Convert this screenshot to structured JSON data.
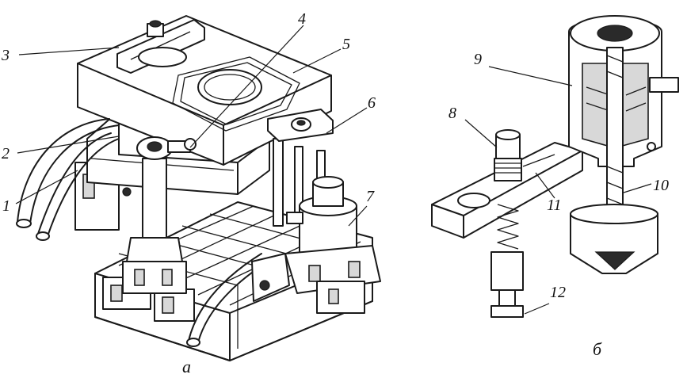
{
  "figure_a": {
    "caption": "а",
    "labels": {
      "l1": "1",
      "l2": "2",
      "l3": "3",
      "l4": "4",
      "l5": "5",
      "l6": "6",
      "l7": "7"
    }
  },
  "figure_b": {
    "caption": "б",
    "labels": {
      "l8": "8",
      "l9": "9",
      "l10": "10",
      "l11": "11",
      "l12": "12"
    }
  }
}
